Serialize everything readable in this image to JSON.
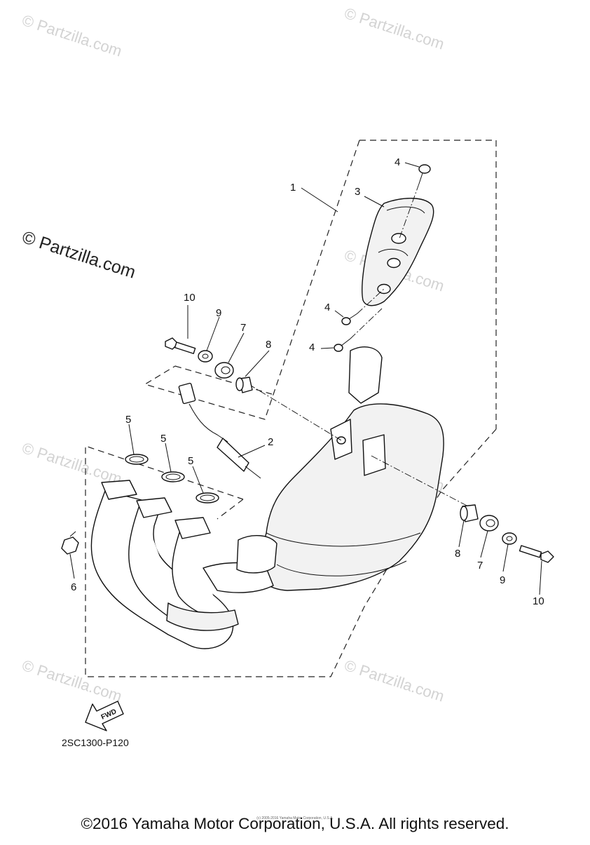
{
  "watermark": {
    "brand_text": "© Partzilla.com"
  },
  "callouts": {
    "c1": "1",
    "c2": "2",
    "c3": "3",
    "c4a": "4",
    "c4b": "4",
    "c4c": "4",
    "c5a": "5",
    "c5b": "5",
    "c5c": "5",
    "c6": "6",
    "c7a": "7",
    "c7b": "7",
    "c8a": "8",
    "c8b": "8",
    "c9a": "9",
    "c9b": "9",
    "c10a": "10",
    "c10b": "10"
  },
  "fwd_label": "FWD",
  "diagram_ref": "2SC1300-P120",
  "footer": {
    "copyright": "©2016 Yamaha Motor Corporation, U.S.A. All rights reserved.",
    "tiny_note": "(c) 2005-2016 Yamaha Motor Corporation, U.S.A."
  }
}
